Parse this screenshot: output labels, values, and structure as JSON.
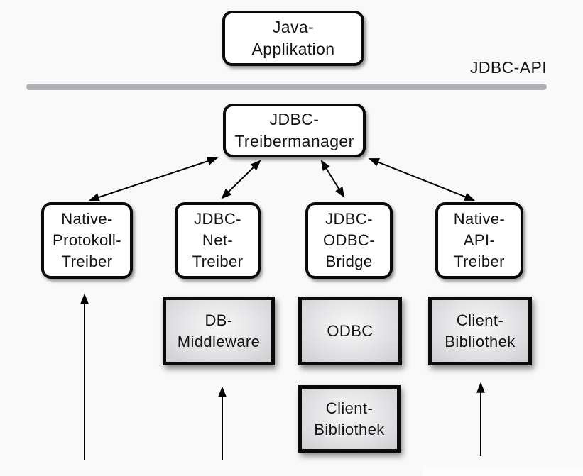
{
  "diagram": {
    "api_label": "JDBC-API",
    "nodes": {
      "java_app": {
        "lines": [
          "Java-",
          "Applikation"
        ]
      },
      "treibermanager": {
        "lines": [
          "JDBC-",
          "Treibermanager"
        ]
      },
      "native_protokoll": {
        "lines": [
          "Native-",
          "Protokoll-",
          "Treiber"
        ]
      },
      "jdbc_net": {
        "lines": [
          "JDBC-",
          "Net-",
          "Treiber"
        ]
      },
      "jdbc_odbc": {
        "lines": [
          "JDBC-",
          "ODBC-",
          "Bridge"
        ]
      },
      "native_api": {
        "lines": [
          "Native-",
          "API-",
          "Treiber"
        ]
      },
      "db_middleware": {
        "lines": [
          "DB-",
          "Middleware"
        ]
      },
      "odbc": {
        "lines": [
          "ODBC"
        ]
      },
      "client_bibliothek_right": {
        "lines": [
          "Client-",
          "Bibliothek"
        ]
      },
      "client_bibliothek_bottom": {
        "lines": [
          "Client-",
          "Bibliothek"
        ]
      }
    },
    "colors": {
      "background": "#f9f9f9",
      "box_border": "#0a0a0a",
      "white_box_fill": "#ffffff",
      "gray_box_fill_center": "#f7f7f8",
      "gray_box_fill_edge": "#cfcfd2",
      "divider_line": "#b1b1b5",
      "arrow": "#000000",
      "text": "#141414"
    }
  }
}
